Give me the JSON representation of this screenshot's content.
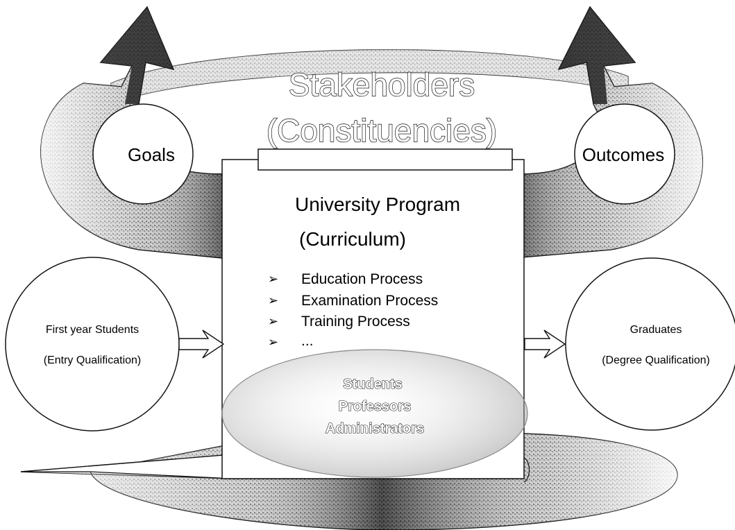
{
  "stakeholders": {
    "line1": "Stakeholders",
    "line2": "(Constituencies)"
  },
  "goals_label": "Goals",
  "outcomes_label": "Outcomes",
  "program": {
    "title_line1": "University Program",
    "title_line2": "(Curriculum)",
    "processes": [
      "Education Process",
      "Examination Process",
      "Training Process",
      "..."
    ],
    "bullet_glyph": "➢"
  },
  "input": {
    "line1": "First year Students",
    "line2": "(Entry Qualification)"
  },
  "output": {
    "line1": "Graduates",
    "line2": "(Degree Qualification)"
  },
  "members": [
    "Students",
    "Professors",
    "Administrators"
  ]
}
